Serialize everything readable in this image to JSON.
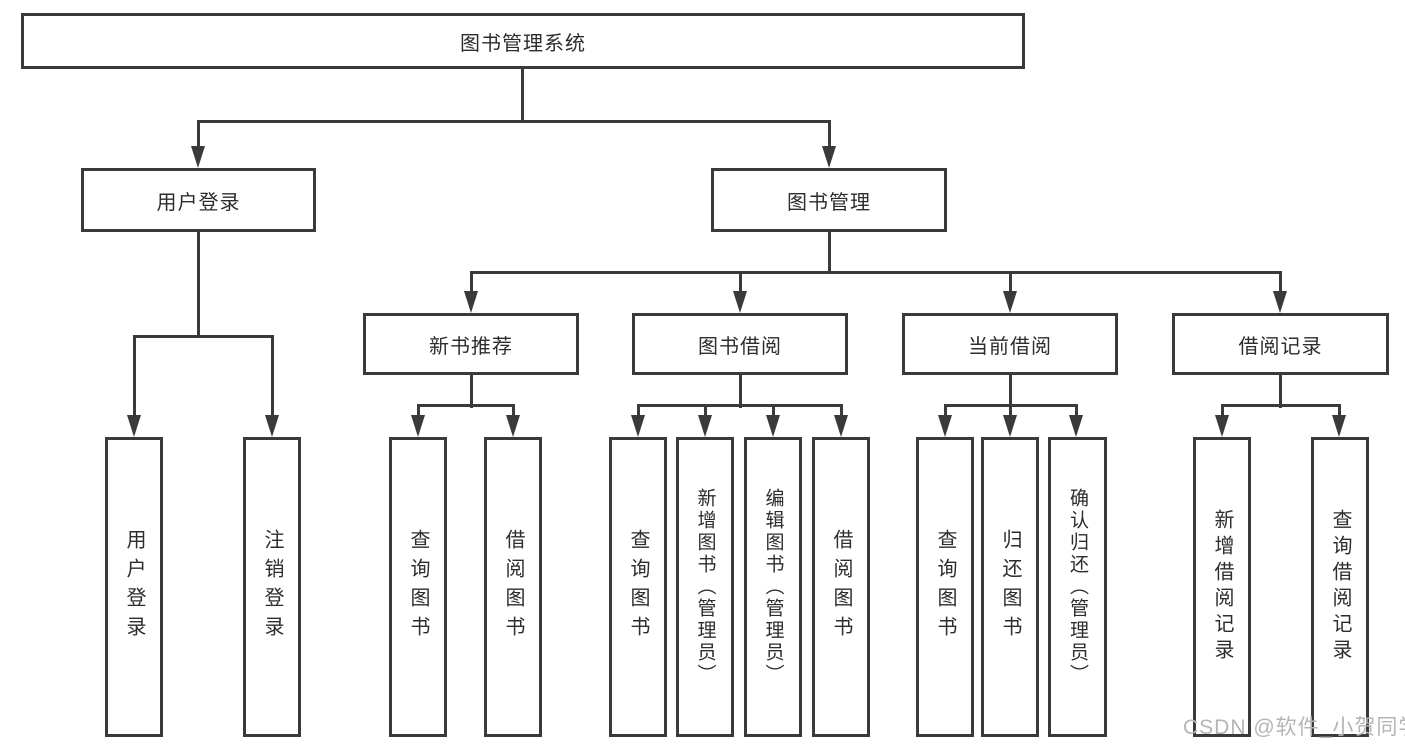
{
  "diagram_title": "图书管理系统",
  "nodes": {
    "root": {
      "label": "图书管理系统"
    },
    "level2": [
      {
        "id": "user-login",
        "label": "用户登录"
      },
      {
        "id": "book-management",
        "label": "图书管理"
      }
    ],
    "level3": [
      {
        "id": "new-book-recommend",
        "label": "新书推荐",
        "parent": "图书管理"
      },
      {
        "id": "book-borrow",
        "label": "图书借阅",
        "parent": "图书管理"
      },
      {
        "id": "current-borrow",
        "label": "当前借阅",
        "parent": "图书管理"
      },
      {
        "id": "borrow-records",
        "label": "借阅记录",
        "parent": "图书管理"
      }
    ],
    "leaves": [
      {
        "label": "用户登录",
        "parent": "用户登录"
      },
      {
        "label": "注销登录",
        "parent": "用户登录"
      },
      {
        "label": "查询图书",
        "parent": "新书推荐"
      },
      {
        "label": "借阅图书",
        "parent": "新书推荐"
      },
      {
        "label": "查询图书",
        "parent": "图书借阅"
      },
      {
        "label": "新增图书（管理员）",
        "parent": "图书借阅"
      },
      {
        "label": "编辑图书（管理员）",
        "parent": "图书借阅"
      },
      {
        "label": "借阅图书",
        "parent": "图书借阅"
      },
      {
        "label": "查询图书",
        "parent": "当前借阅"
      },
      {
        "label": "归还图书",
        "parent": "当前借阅"
      },
      {
        "label": "确认归还（管理员）",
        "parent": "当前借阅"
      },
      {
        "label": "新增借阅记录",
        "parent": "借阅记录"
      },
      {
        "label": "查询借阅记录",
        "parent": "借阅记录"
      }
    ]
  },
  "watermark": {
    "text": "CSDN @软件_小贺同学"
  },
  "colors": {
    "line": "#3a3a3a",
    "text": "#2d2d2d",
    "background": "#ffffff",
    "watermark": "#b5b5b5"
  }
}
